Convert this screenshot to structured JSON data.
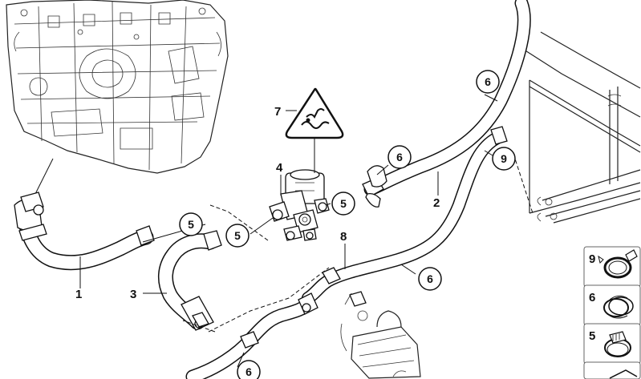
{
  "callouts": {
    "c1": "1",
    "c2": "2",
    "c3": "3",
    "c4": "4",
    "c5a": "5",
    "c5b": "5",
    "c5c": "5",
    "c6a": "6",
    "c6b": "6",
    "c6c": "6",
    "c6d": "6",
    "c7": "7",
    "c8": "8",
    "c9": "9"
  },
  "legend": {
    "item9": "9",
    "item6": "6",
    "item5": "5"
  },
  "icons": {
    "engine": "engine-block-icon",
    "warning": "hot-surface-warning-icon",
    "valve": "coolant-valve-icon",
    "heater_core": "heater-core-icon",
    "pump": "auxiliary-pump-icon",
    "clamp_spring": "spring-clamp-icon",
    "clamp_ring": "ring-clamp-icon",
    "clamp_worm": "worm-clamp-icon"
  },
  "colors": {
    "line": "#111111",
    "background": "#ffffff",
    "legend_border": "#666666"
  }
}
